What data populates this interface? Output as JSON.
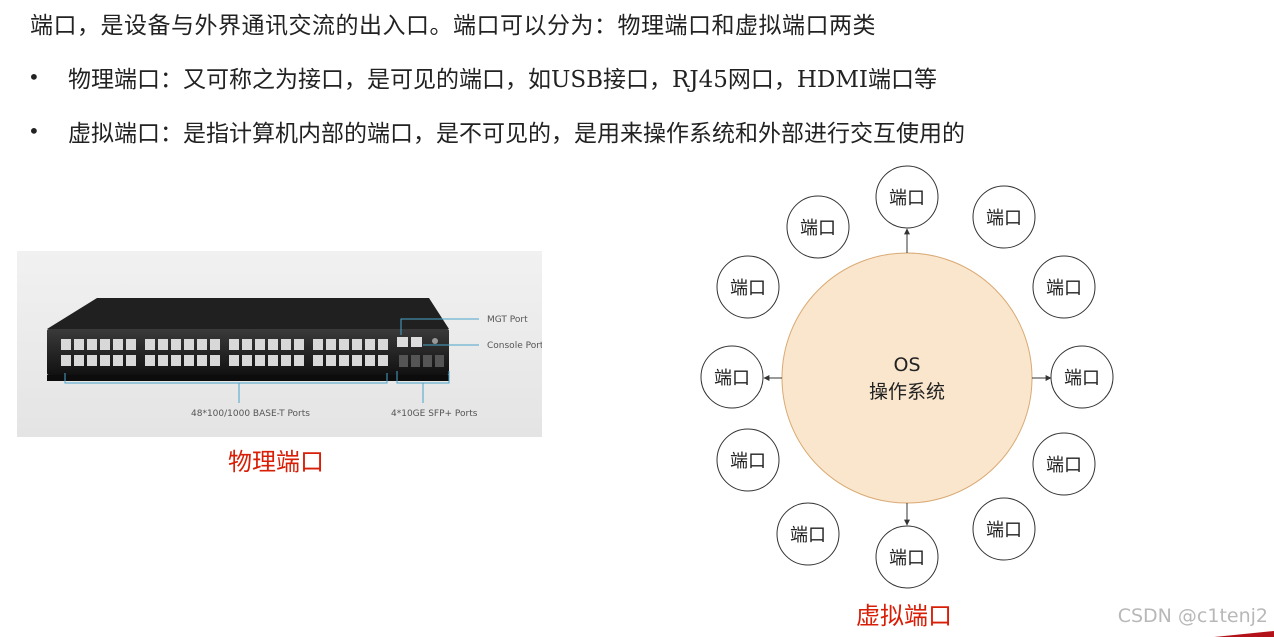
{
  "intro": "端口，是设备与外界通讯交流的出入口。端口可以分为：物理端口和虚拟端口两类",
  "bullets": [
    {
      "marker": "•",
      "text": "物理端口：又可称之为接口，是可见的端口，如USB接口，RJ45网口，HDMI端口等"
    },
    {
      "marker": "•",
      "text": "虚拟端口：是指计算机内部的端口，是不可见的，是用来操作系统和外部进行交互使用的"
    }
  ],
  "photo": {
    "labels": {
      "mgt": "MGT Port",
      "console": "Console Port",
      "ports48": "48*100/1000 BASE-T Ports",
      "sfp": "4*10GE SFP+ Ports"
    },
    "caption": "物理端口"
  },
  "diagram": {
    "center_line1": "OS",
    "center_line2": "操作系统",
    "port_label": "端口",
    "caption": "虚拟端口",
    "colors": {
      "center_fill": "#fae6cd",
      "center_stroke": "#d9aa74"
    }
  },
  "watermark": "CSDN @c1tenj2"
}
